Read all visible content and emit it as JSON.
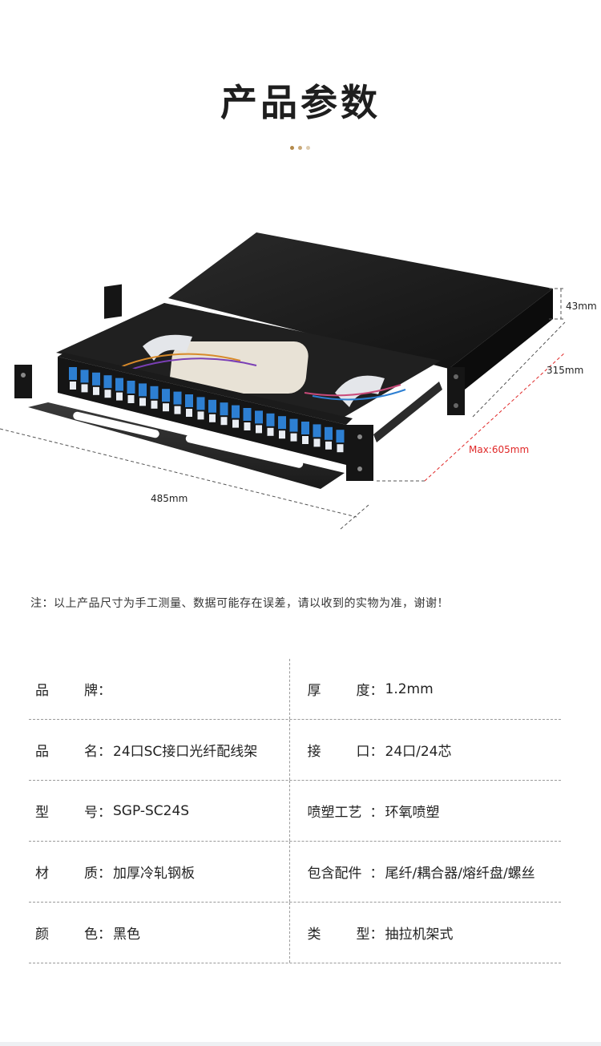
{
  "header": {
    "title": "产品参数",
    "dot_colors": [
      "#b3894a",
      "#c9a878",
      "#ddccb0"
    ]
  },
  "figure": {
    "height_label": "43mm",
    "depth_label": "315mm",
    "max_label": "Max:605mm",
    "width_label": "485mm",
    "accent_color": "#e02828",
    "port_color": "#2d7fd2",
    "panel_color": "#1b1b1b"
  },
  "note": "注：以上产品尺寸为手工测量、数据可能存在误差，请以收到的实物为准，谢谢！",
  "specs": {
    "rows": [
      {
        "left": {
          "chars": [
            "品",
            "牌"
          ],
          "value": ""
        },
        "right": {
          "chars": [
            "厚",
            "度"
          ],
          "value": "1.2mm"
        }
      },
      {
        "left": {
          "chars": [
            "品",
            "名"
          ],
          "value": "24口SC接口光纤配线架"
        },
        "right": {
          "chars": [
            "接",
            "口"
          ],
          "value": "24口/24芯"
        }
      },
      {
        "left": {
          "chars": [
            "型",
            "号"
          ],
          "value": "SGP-SC24S"
        },
        "right": {
          "chars": [
            "喷塑工艺"
          ],
          "value": "环氧喷塑"
        }
      },
      {
        "left": {
          "chars": [
            "材",
            "质"
          ],
          "value": "加厚冷轧钢板"
        },
        "right": {
          "chars": [
            "包含配件"
          ],
          "value": "尾纤/耦合器/熔纤盘/螺丝"
        }
      },
      {
        "left": {
          "chars": [
            "颜",
            "色"
          ],
          "value": "黑色"
        },
        "right": {
          "chars": [
            "类",
            "型"
          ],
          "value": "抽拉机架式"
        }
      }
    ],
    "colon": "："
  }
}
